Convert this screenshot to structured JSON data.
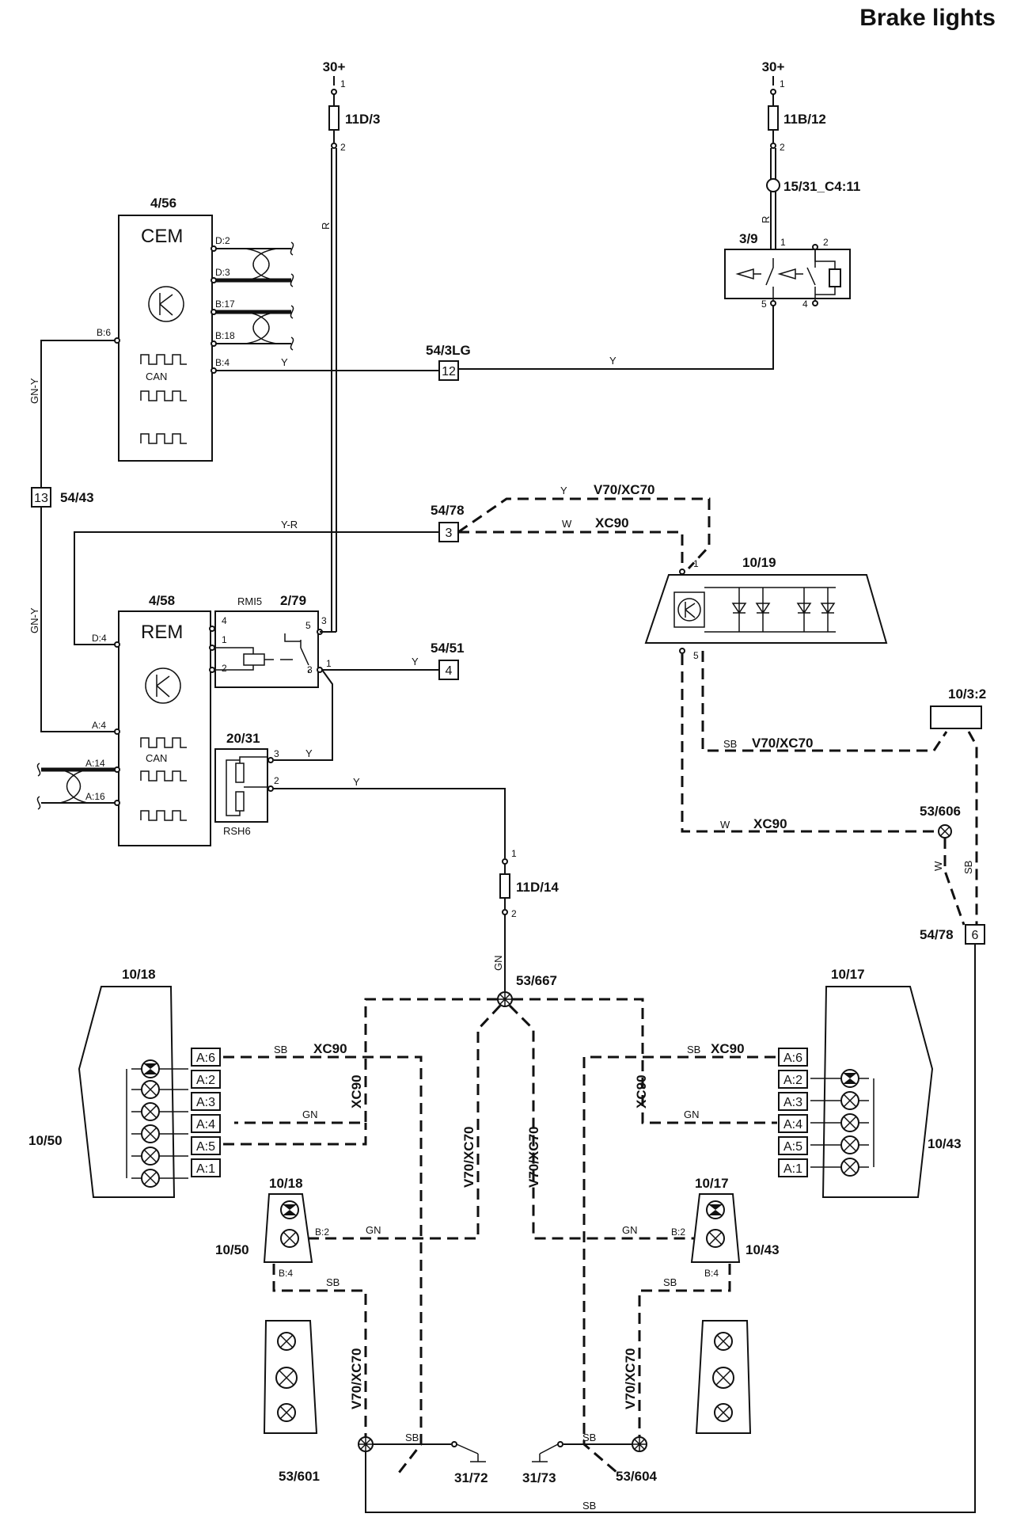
{
  "title": "Brake lights",
  "supply": {
    "left": "30+",
    "right": "30+"
  },
  "fuses": {
    "f11d3": "11D/3",
    "f11b12": "11B/12",
    "f11d14": "11D/14"
  },
  "splice_top": "15/31_C4:11",
  "cem": {
    "id": "4/56",
    "name": "CEM",
    "can": "CAN",
    "pins": {
      "d2": "D:2",
      "d3": "D:3",
      "b17": "B:17",
      "b18": "B:18",
      "b6": "B:6",
      "b4": "B:4"
    }
  },
  "rem": {
    "id": "4/58",
    "name": "REM",
    "can": "CAN",
    "pins": {
      "d4": "D:4",
      "a4": "A:4",
      "a14": "A:14",
      "a16": "A:16"
    }
  },
  "switch": {
    "id": "3/9",
    "p1": "1",
    "p2": "2",
    "p4": "4",
    "p5": "5"
  },
  "relay": {
    "id": "2/79",
    "sub": "RMI5",
    "p1": "1",
    "p2": "2",
    "p3": "3",
    "p4": "4",
    "p5": "5"
  },
  "resistor": {
    "id": "20/31",
    "sub": "RSH6",
    "p2": "2",
    "p3": "3"
  },
  "hmsl": {
    "id": "10/19",
    "p1": "1",
    "p5": "5"
  },
  "conn": {
    "c543lg": {
      "id": "54/3LG",
      "num": "12"
    },
    "c5443": {
      "id": "54/43",
      "num": "13"
    },
    "c5478": {
      "id": "54/78",
      "num": "3"
    },
    "c5451": {
      "id": "54/51",
      "num": "4"
    },
    "c5478b": {
      "id": "54/78",
      "num": "6"
    }
  },
  "wires": {
    "r": "R",
    "y": "Y",
    "gny": "GN-Y",
    "yr": "Y-R",
    "w": "W",
    "sb": "SB",
    "gn": "GN"
  },
  "variants": {
    "v70": "V70/XC70",
    "xc90": "XC90"
  },
  "splices": {
    "s606": "53/606",
    "s667": "53/667",
    "s601": "53/601",
    "s604": "53/604"
  },
  "grounds": {
    "g72": "31/72",
    "g73": "31/73"
  },
  "c1032": "10/3:2",
  "lamps": {
    "left_cluster": "10/18",
    "left_body": "10/50",
    "right_cluster": "10/17",
    "right_body": "10/43",
    "left_pins": [
      "A:6",
      "A:2",
      "A:3",
      "A:4",
      "A:5",
      "A:1"
    ],
    "right_pins": [
      "A:6",
      "A:2",
      "A:3",
      "A:4",
      "A:5",
      "A:1"
    ],
    "left_small": "10/18",
    "left_small_body": "10/50",
    "right_small": "10/17",
    "right_small_body": "10/43",
    "b2": "B:2",
    "b4": "B:4"
  },
  "pin_nums": {
    "one": "1",
    "two": "2"
  }
}
